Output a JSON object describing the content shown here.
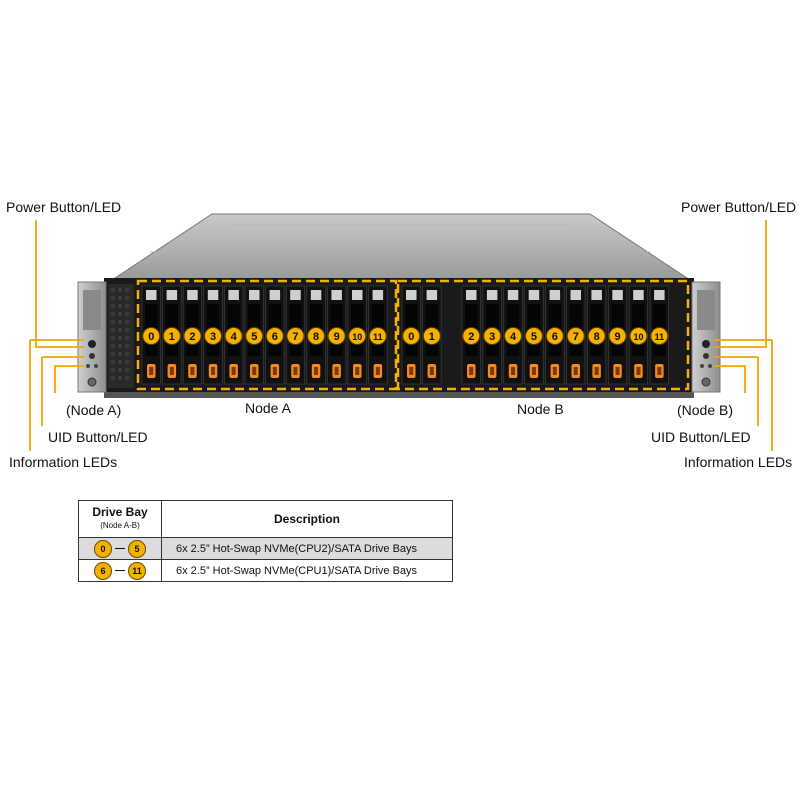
{
  "callouts": {
    "left_power": "Power Button/LED",
    "right_power": "Power Button/LED",
    "left_node": "(Node A)",
    "right_node": "(Node B)",
    "left_uid": "UID Button/LED",
    "right_uid": "UID Button/LED",
    "left_info": "Information LEDs",
    "right_info": "Information LEDs"
  },
  "nodes": {
    "a_label": "Node A",
    "b_label": "Node B"
  },
  "bays": {
    "node_a_numbers": [
      "0",
      "1",
      "2",
      "3",
      "4",
      "5",
      "6",
      "7",
      "8",
      "9",
      "10",
      "11"
    ],
    "node_b_numbers": [
      "0",
      "1",
      "2",
      "3",
      "4",
      "5",
      "6",
      "7",
      "8",
      "9",
      "10",
      "11"
    ]
  },
  "table": {
    "header_bay": "Drive Bay",
    "header_bay_sub": "(Node A-B)",
    "header_desc": "Description",
    "rows": [
      {
        "from": "0",
        "to": "5",
        "desc": "6x 2.5” Hot-Swap NVMe(CPU2)/SATA Drive Bays"
      },
      {
        "from": "6",
        "to": "11",
        "desc": "6x 2.5” Hot-Swap NVMe(CPU1)/SATA Drive Bays"
      }
    ]
  },
  "colors": {
    "accent": "#f5b100",
    "leader": "#f0a500",
    "chassis": "#1a1a1a"
  }
}
